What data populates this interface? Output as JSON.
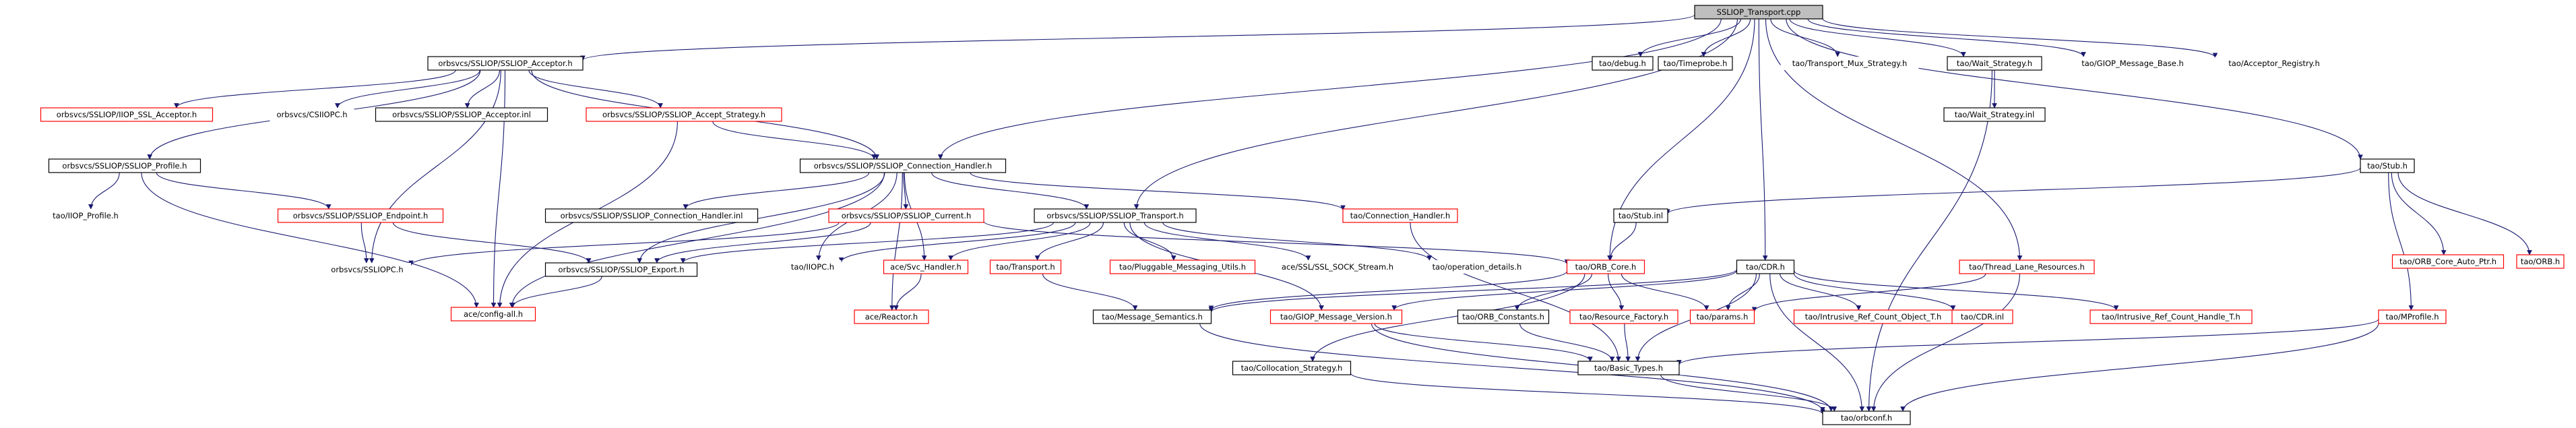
{
  "colors": {
    "edge": "#191970",
    "node_border_normal": "#000000",
    "node_border_unresolved": "#ff0000",
    "node_border_root": "#000000",
    "root_fill": "#bfbfbf",
    "node_fill": "#ffffff"
  },
  "nodes": {
    "root": {
      "label": "SSLIOP_Transport.cpp",
      "style": "root"
    },
    "acceptor_h": {
      "label": "orbsvcs/SSLIOP/SSLIOP_Acceptor.h",
      "style": "normal"
    },
    "tao_debug": {
      "label": "tao/debug.h",
      "style": "normal"
    },
    "tao_timeprobe": {
      "label": "tao/Timeprobe.h",
      "style": "normal"
    },
    "tao_transport_mux": {
      "label": "tao/Transport_Mux_Strategy.h",
      "style": "plain"
    },
    "tao_wait_strategy": {
      "label": "tao/Wait_Strategy.h",
      "style": "normal"
    },
    "tao_giop_msg_base": {
      "label": "tao/GIOP_Message_Base.h",
      "style": "plain"
    },
    "tao_acceptor_registry": {
      "label": "tao/Acceptor_Registry.h",
      "style": "plain"
    },
    "iiop_ssl_acceptor": {
      "label": "orbsvcs/SSLIOP/IIOP_SSL_Acceptor.h",
      "style": "unresolved"
    },
    "csiiopc": {
      "label": "orbsvcs/CSIIOPC.h",
      "style": "plain"
    },
    "acceptor_inl": {
      "label": "orbsvcs/SSLIOP/SSLIOP_Acceptor.inl",
      "style": "normal"
    },
    "accept_strategy": {
      "label": "orbsvcs/SSLIOP/SSLIOP_Accept_Strategy.h",
      "style": "unresolved"
    },
    "wait_strategy_inl": {
      "label": "tao/Wait_Strategy.inl",
      "style": "normal"
    },
    "profile_h": {
      "label": "orbsvcs/SSLIOP/SSLIOP_Profile.h",
      "style": "normal"
    },
    "conn_handler": {
      "label": "orbsvcs/SSLIOP/SSLIOP_Connection_Handler.h",
      "style": "normal"
    },
    "tao_stub": {
      "label": "tao/Stub.h",
      "style": "normal"
    },
    "iiop_profile": {
      "label": "tao/IIOP_Profile.h",
      "style": "plain"
    },
    "endpoint_h": {
      "label": "orbsvcs/SSLIOP/SSLIOP_Endpoint.h",
      "style": "unresolved"
    },
    "conn_handler_inl": {
      "label": "orbsvcs/SSLIOP/SSLIOP_Connection_Handler.inl",
      "style": "normal"
    },
    "current_h": {
      "label": "orbsvcs/SSLIOP/SSLIOP_Current.h",
      "style": "unresolved"
    },
    "transport_h": {
      "label": "orbsvcs/SSLIOP/SSLIOP_Transport.h",
      "style": "normal"
    },
    "tao_connection_handler": {
      "label": "tao/Connection_Handler.h",
      "style": "unresolved"
    },
    "tao_stub_inl": {
      "label": "tao/Stub.inl",
      "style": "normal"
    },
    "tao_orb_core_auto_ptr": {
      "label": "tao/ORB_Core_Auto_Ptr.h",
      "style": "unresolved"
    },
    "tao_orb": {
      "label": "tao/ORB.h",
      "style": "unresolved"
    },
    "ssliopc": {
      "label": "orbsvcs/SSLIOPC.h",
      "style": "plain"
    },
    "export_h": {
      "label": "orbsvcs/SSLIOP/SSLIOP_Export.h",
      "style": "normal"
    },
    "iiopc": {
      "label": "tao/IIOPC.h",
      "style": "plain"
    },
    "svc_handler": {
      "label": "ace/Svc_Handler.h",
      "style": "unresolved"
    },
    "tao_transport": {
      "label": "tao/Transport.h",
      "style": "unresolved"
    },
    "pluggable_utils": {
      "label": "tao/Pluggable_Messaging_Utils.h",
      "style": "unresolved"
    },
    "ssl_sock_stream": {
      "label": "ace/SSL/SSL_SOCK_Stream.h",
      "style": "plain"
    },
    "operation_details": {
      "label": "tao/operation_details.h",
      "style": "plain"
    },
    "orb_core": {
      "label": "tao/ORB_Core.h",
      "style": "unresolved"
    },
    "tao_cdr": {
      "label": "tao/CDR.h",
      "style": "normal"
    },
    "thread_lane": {
      "label": "tao/Thread_Lane_Resources.h",
      "style": "unresolved"
    },
    "config_all": {
      "label": "ace/config-all.h",
      "style": "unresolved"
    },
    "ace_reactor": {
      "label": "ace/Reactor.h",
      "style": "unresolved"
    },
    "msg_semantics": {
      "label": "tao/Message_Semantics.h",
      "style": "normal"
    },
    "giop_msg_version": {
      "label": "tao/GIOP_Message_Version.h",
      "style": "unresolved"
    },
    "orb_constants": {
      "label": "tao/ORB_Constants.h",
      "style": "normal"
    },
    "resource_factory": {
      "label": "tao/Resource_Factory.h",
      "style": "unresolved"
    },
    "tao_params": {
      "label": "tao/params.h",
      "style": "unresolved"
    },
    "intrusive_obj": {
      "label": "tao/Intrusive_Ref_Count_Object_T.h",
      "style": "unresolved"
    },
    "cdr_inl": {
      "label": "tao/CDR.inl",
      "style": "unresolved"
    },
    "intrusive_handle": {
      "label": "tao/Intrusive_Ref_Count_Handle_T.h",
      "style": "unresolved"
    },
    "mprofile": {
      "label": "tao/MProfile.h",
      "style": "unresolved"
    },
    "collocation": {
      "label": "tao/Collocation_Strategy.h",
      "style": "normal"
    },
    "basic_types": {
      "label": "tao/Basic_Types.h",
      "style": "normal"
    },
    "orbconf": {
      "label": "tao/orbconf.h",
      "style": "normal"
    }
  },
  "edges": [
    [
      "root",
      "acceptor_h"
    ],
    [
      "root",
      "tao_debug"
    ],
    [
      "root",
      "tao_timeprobe"
    ],
    [
      "root",
      "tao_transport_mux"
    ],
    [
      "root",
      "tao_wait_strategy"
    ],
    [
      "root",
      "tao_giop_msg_base"
    ],
    [
      "root",
      "tao_acceptor_registry"
    ],
    [
      "root",
      "conn_handler"
    ],
    [
      "root",
      "transport_h"
    ],
    [
      "root",
      "orb_core"
    ],
    [
      "root",
      "tao_cdr"
    ],
    [
      "root",
      "thread_lane"
    ],
    [
      "root",
      "tao_stub"
    ],
    [
      "acceptor_h",
      "iiop_ssl_acceptor"
    ],
    [
      "acceptor_h",
      "csiiopc"
    ],
    [
      "acceptor_h",
      "acceptor_inl"
    ],
    [
      "acceptor_h",
      "accept_strategy"
    ],
    [
      "acceptor_h",
      "profile_h"
    ],
    [
      "acceptor_h",
      "conn_handler"
    ],
    [
      "acceptor_h",
      "config_all"
    ],
    [
      "acceptor_h",
      "ssliopc"
    ],
    [
      "tao_wait_strategy",
      "wait_strategy_inl"
    ],
    [
      "tao_wait_strategy",
      "orbconf"
    ],
    [
      "accept_strategy",
      "conn_handler"
    ],
    [
      "accept_strategy",
      "config_all"
    ],
    [
      "profile_h",
      "iiop_profile"
    ],
    [
      "profile_h",
      "endpoint_h"
    ],
    [
      "profile_h",
      "config_all"
    ],
    [
      "conn_handler",
      "conn_handler_inl"
    ],
    [
      "conn_handler",
      "current_h"
    ],
    [
      "conn_handler",
      "transport_h"
    ],
    [
      "conn_handler",
      "tao_connection_handler"
    ],
    [
      "conn_handler",
      "export_h"
    ],
    [
      "conn_handler",
      "config_all"
    ],
    [
      "conn_handler",
      "ace_reactor"
    ],
    [
      "conn_handler",
      "iiopc"
    ],
    [
      "conn_handler",
      "svc_handler"
    ],
    [
      "endpoint_h",
      "ssliopc"
    ],
    [
      "endpoint_h",
      "export_h"
    ],
    [
      "current_h",
      "ssliopc"
    ],
    [
      "current_h",
      "export_h"
    ],
    [
      "current_h",
      "orb_core"
    ],
    [
      "transport_h",
      "export_h"
    ],
    [
      "transport_h",
      "iiopc"
    ],
    [
      "transport_h",
      "svc_handler"
    ],
    [
      "transport_h",
      "tao_transport"
    ],
    [
      "transport_h",
      "pluggable_utils"
    ],
    [
      "transport_h",
      "ssl_sock_stream"
    ],
    [
      "transport_h",
      "operation_details"
    ],
    [
      "transport_h",
      "giop_msg_version"
    ],
    [
      "tao_connection_handler",
      "basic_types"
    ],
    [
      "tao_stub",
      "tao_stub_inl"
    ],
    [
      "tao_stub",
      "tao_orb_core_auto_ptr"
    ],
    [
      "tao_stub",
      "tao_orb"
    ],
    [
      "tao_stub",
      "mprofile"
    ],
    [
      "tao_stub_inl",
      "orb_core"
    ],
    [
      "export_h",
      "config_all"
    ],
    [
      "svc_handler",
      "ace_reactor"
    ],
    [
      "tao_transport",
      "msg_semantics"
    ],
    [
      "orb_core",
      "msg_semantics"
    ],
    [
      "orb_core",
      "orb_constants"
    ],
    [
      "orb_core",
      "resource_factory"
    ],
    [
      "orb_core",
      "tao_params"
    ],
    [
      "orb_core",
      "collocation"
    ],
    [
      "tao_cdr",
      "msg_semantics"
    ],
    [
      "tao_cdr",
      "giop_msg_version"
    ],
    [
      "tao_cdr",
      "tao_params"
    ],
    [
      "tao_cdr",
      "intrusive_obj"
    ],
    [
      "tao_cdr",
      "cdr_inl"
    ],
    [
      "tao_cdr",
      "intrusive_handle"
    ],
    [
      "tao_cdr",
      "basic_types"
    ],
    [
      "tao_cdr",
      "orbconf"
    ],
    [
      "thread_lane",
      "tao_params"
    ],
    [
      "thread_lane",
      "orbconf"
    ],
    [
      "msg_semantics",
      "orbconf"
    ],
    [
      "giop_msg_version",
      "basic_types"
    ],
    [
      "giop_msg_version",
      "orbconf"
    ],
    [
      "orb_constants",
      "basic_types"
    ],
    [
      "resource_factory",
      "basic_types"
    ],
    [
      "mprofile",
      "basic_types"
    ],
    [
      "mprofile",
      "orbconf"
    ],
    [
      "collocation",
      "orbconf"
    ],
    [
      "basic_types",
      "orbconf"
    ]
  ]
}
